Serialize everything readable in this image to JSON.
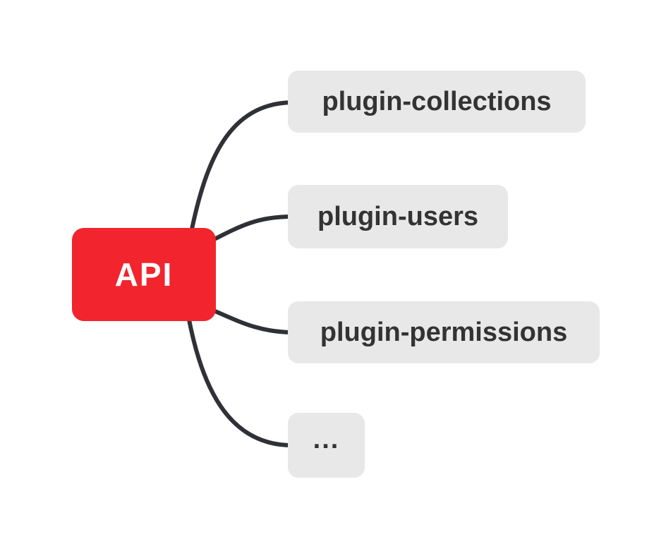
{
  "diagram": {
    "root": {
      "label": "API"
    },
    "children": [
      {
        "label": "plugin-collections"
      },
      {
        "label": "plugin-users"
      },
      {
        "label": "plugin-permissions"
      },
      {
        "label": "..."
      }
    ],
    "colors": {
      "background": "#ffffff",
      "root_bg": "#f2242d",
      "root_text": "#ffffff",
      "node_bg": "#e8e8e8",
      "node_text": "#333333",
      "connector": "#2f3136"
    }
  }
}
